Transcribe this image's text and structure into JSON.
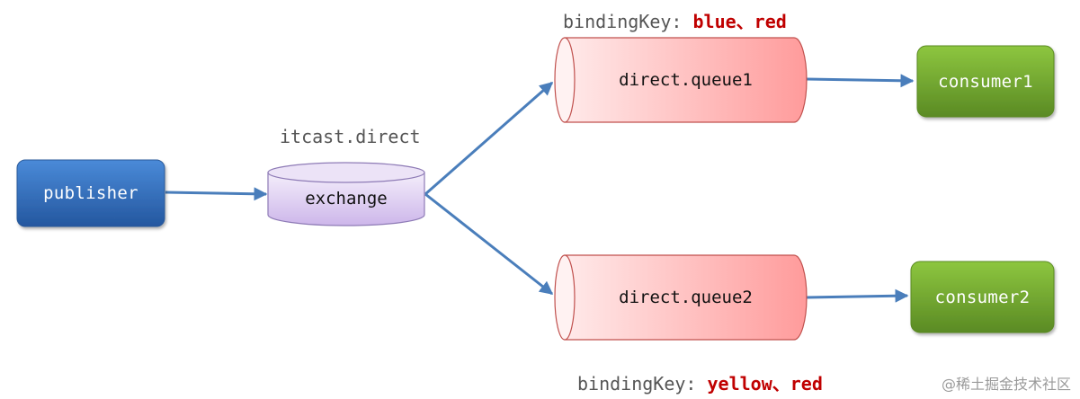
{
  "publisher": {
    "label": "publisher"
  },
  "exchange": {
    "name_label": "itcast.direct",
    "label": "exchange"
  },
  "queues": [
    {
      "label": "direct.queue1",
      "binding_prefix": "bindingKey: ",
      "binding_keys": "blue、red"
    },
    {
      "label": "direct.queue2",
      "binding_prefix": "bindingKey: ",
      "binding_keys": "yellow、red"
    }
  ],
  "consumers": [
    {
      "label": "consumer1"
    },
    {
      "label": "consumer2"
    }
  ],
  "watermark": "@稀土掘金技术社区",
  "colors": {
    "publisher": "#2e66b3",
    "exchange": "#d9c8ef",
    "queue": "#ff9f9f",
    "consumer": "#6ea12e",
    "arrow": "#4a7ebb",
    "binding_key": "#c00000"
  }
}
